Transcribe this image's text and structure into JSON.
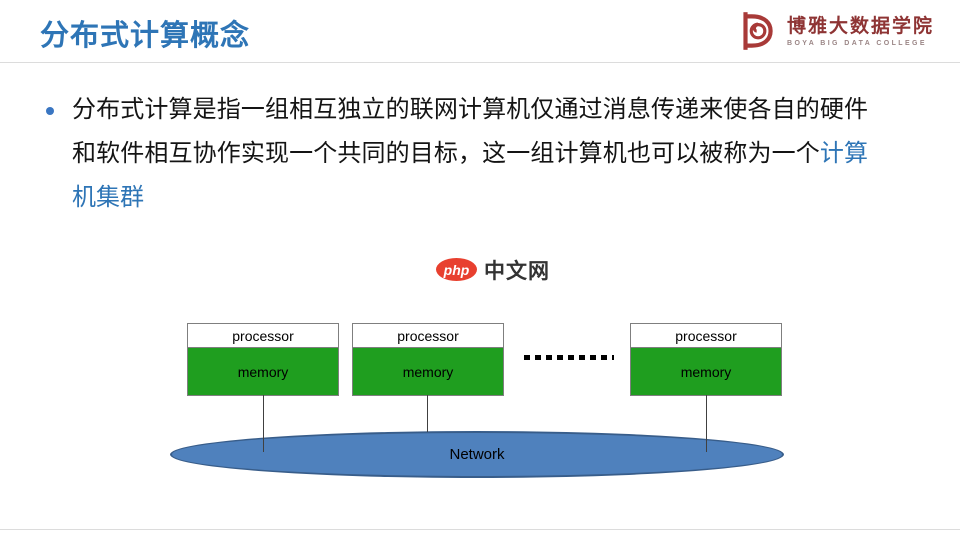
{
  "header": {
    "title": "分布式计算概念",
    "logo": {
      "icon": "spiral-d-mark",
      "cn": "博雅大数据学院",
      "en": "BOYA BIG DATA COLLEGE"
    }
  },
  "body": {
    "bullet_icon": "blue-dot",
    "text_main": "分布式计算是指一组相互独立的联网计算机仅通过消息传递来使各自的硬件和软件相互协作实现一个共同的目标，这一组计算机也可以被称为一个",
    "text_highlight": "计算机集群"
  },
  "watermark": {
    "badge": "php",
    "site": "中文网"
  },
  "diagram": {
    "nodes": [
      {
        "processor": "processor",
        "memory": "memory"
      },
      {
        "processor": "processor",
        "memory": "memory"
      },
      {
        "processor": "processor",
        "memory": "memory"
      }
    ],
    "ellipsis_icon": "dotted-line",
    "network_label": "Network"
  },
  "colors": {
    "title_blue": "#2E75B6",
    "highlight_blue": "#2E75B6",
    "logo_red": "#A83A38",
    "logo_text_red": "#8E3434",
    "php_red": "#E8402F",
    "memory_green": "#1F9E1F",
    "network_fill": "#4F81BD",
    "network_border": "#385D8A",
    "divider_gray": "#DCDCDC"
  }
}
